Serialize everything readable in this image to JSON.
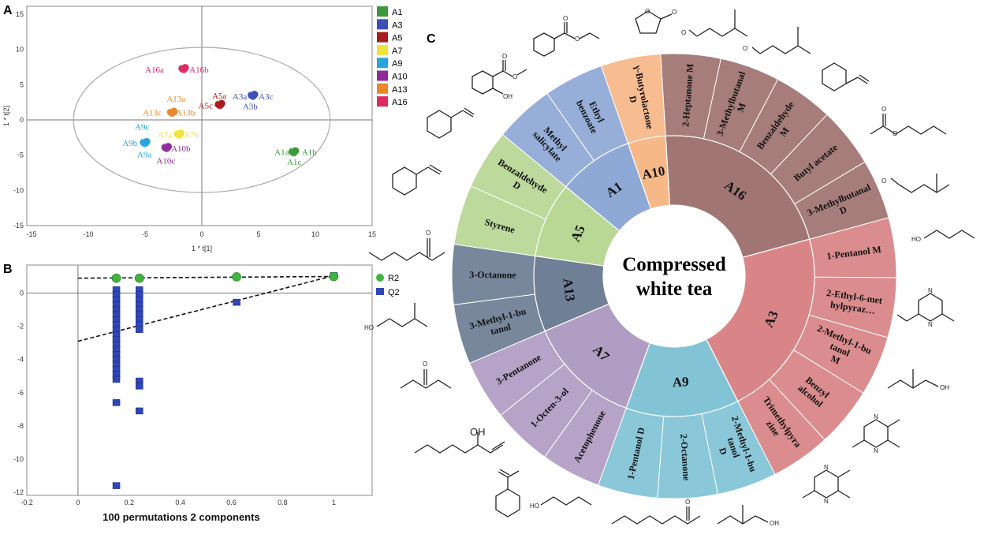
{
  "panels": {
    "a": "A",
    "b": "B",
    "c": "C"
  },
  "chart_data": [
    {
      "type": "scatter",
      "xlabel": "1 * t[1]",
      "ylabel": "1 * t[2]",
      "xlim": [
        -15,
        15
      ],
      "ylim": [
        -15,
        15
      ],
      "xticks": [
        -15,
        -10,
        -5,
        0,
        5,
        10,
        15
      ],
      "yticks": [
        -15,
        -10,
        -5,
        0,
        5,
        10,
        15
      ],
      "grid": false,
      "legend_position": "right",
      "legend": [
        {
          "name": "A1",
          "color": "#3a9a3a"
        },
        {
          "name": "A3",
          "color": "#3b4fb5"
        },
        {
          "name": "A5",
          "color": "#a81d1d"
        },
        {
          "name": "A7",
          "color": "#f2e33a"
        },
        {
          "name": "A9",
          "color": "#2aa4dc"
        },
        {
          "name": "A10",
          "color": "#8e2a9a"
        },
        {
          "name": "A13",
          "color": "#e8872a"
        },
        {
          "name": "A16",
          "color": "#de2a5e"
        }
      ],
      "ellipse": {
        "cx": 0,
        "cy": 0,
        "rx": 11.3,
        "ry": 10.3
      },
      "points": [
        {
          "series": "A16",
          "x": -1.6,
          "y": 7.3
        },
        {
          "series": "A3",
          "x": 4.5,
          "y": 3.5
        },
        {
          "series": "A5",
          "x": 1.6,
          "y": 2.2
        },
        {
          "series": "A13",
          "x": -2.6,
          "y": 1.1
        },
        {
          "series": "A7",
          "x": -2.0,
          "y": -2.0
        },
        {
          "series": "A10",
          "x": -3.1,
          "y": -3.9
        },
        {
          "series": "A9",
          "x": -5.0,
          "y": -3.2
        },
        {
          "series": "A1",
          "x": 8.1,
          "y": -4.5
        }
      ],
      "labels": [
        {
          "text": "A16a",
          "x": -5.0,
          "y": 6.7,
          "series": "A16"
        },
        {
          "text": "A16b",
          "x": -1.1,
          "y": 6.7,
          "series": "A16"
        },
        {
          "text": "A5a",
          "x": 0.9,
          "y": 3.0,
          "series": "A5"
        },
        {
          "text": "A3a",
          "x": 2.7,
          "y": 2.9,
          "series": "A3"
        },
        {
          "text": "A3c",
          "x": 5.0,
          "y": 2.9,
          "series": "A3"
        },
        {
          "text": "A5c",
          "x": -0.3,
          "y": 1.6,
          "series": "A5"
        },
        {
          "text": "A3b",
          "x": 3.6,
          "y": 1.5,
          "series": "A3"
        },
        {
          "text": "A13a",
          "x": -3.1,
          "y": 2.6,
          "series": "A13"
        },
        {
          "text": "A13c",
          "x": -5.2,
          "y": 0.6,
          "series": "A13"
        },
        {
          "text": "A13b",
          "x": -2.3,
          "y": 0.6,
          "series": "A13"
        },
        {
          "text": "A9c",
          "x": -5.9,
          "y": -1.4,
          "series": "A9"
        },
        {
          "text": "A7a",
          "x": -3.9,
          "y": -2.5,
          "series": "A7"
        },
        {
          "text": "A7b",
          "x": -1.6,
          "y": -2.5,
          "series": "A7"
        },
        {
          "text": "A9b",
          "x": -7.0,
          "y": -3.7,
          "series": "A9"
        },
        {
          "text": "A10b",
          "x": -2.7,
          "y": -4.5,
          "series": "A10"
        },
        {
          "text": "A9a",
          "x": -5.7,
          "y": -5.3,
          "series": "A9"
        },
        {
          "text": "A10c",
          "x": -4.0,
          "y": -6.2,
          "series": "A10"
        },
        {
          "text": "A1a",
          "x": 6.4,
          "y": -5.0,
          "series": "A1"
        },
        {
          "text": "A1b",
          "x": 8.8,
          "y": -5.0,
          "series": "A1"
        },
        {
          "text": "A1c",
          "x": 7.5,
          "y": -6.4,
          "series": "A1"
        }
      ]
    },
    {
      "type": "scatter",
      "xlabel": "100 permutations 2 components",
      "xlim": [
        -0.2,
        1.15
      ],
      "ylim": [
        -12,
        1.5
      ],
      "xticks": [
        -0.2,
        0,
        0.2,
        0.4,
        0.6,
        0.8,
        1
      ],
      "yticks": [
        0,
        -2,
        -4,
        -6,
        -8,
        -10,
        -12
      ],
      "legend_position": "top-right",
      "series": [
        {
          "name": "R2",
          "color": "#3fb43f",
          "marker": "circle",
          "points": [
            [
              0.15,
              0.9
            ],
            [
              0.24,
              0.9
            ],
            [
              0.62,
              0.98
            ],
            [
              1.0,
              1.0
            ]
          ]
        },
        {
          "name": "Q2",
          "color": "#2d46b8",
          "marker": "square",
          "points": [
            [
              0.15,
              0.2
            ],
            [
              0.15,
              -0.1
            ],
            [
              0.15,
              -0.4
            ],
            [
              0.15,
              -0.7
            ],
            [
              0.15,
              -1.0
            ],
            [
              0.15,
              -1.3
            ],
            [
              0.15,
              -1.6
            ],
            [
              0.15,
              -1.9
            ],
            [
              0.15,
              -2.2
            ],
            [
              0.15,
              -2.5
            ],
            [
              0.15,
              -2.8
            ],
            [
              0.15,
              -3.1
            ],
            [
              0.15,
              -3.4
            ],
            [
              0.15,
              -3.7
            ],
            [
              0.15,
              -4.0
            ],
            [
              0.15,
              -4.3
            ],
            [
              0.15,
              -4.6
            ],
            [
              0.15,
              -4.9
            ],
            [
              0.15,
              -5.2
            ],
            [
              0.15,
              -6.6
            ],
            [
              0.15,
              -11.6
            ],
            [
              0.24,
              0.2
            ],
            [
              0.24,
              -0.1
            ],
            [
              0.24,
              -0.4
            ],
            [
              0.24,
              -0.7
            ],
            [
              0.24,
              -1.0
            ],
            [
              0.24,
              -1.3
            ],
            [
              0.24,
              -1.6
            ],
            [
              0.24,
              -1.9
            ],
            [
              0.24,
              -2.2
            ],
            [
              0.24,
              -5.3
            ],
            [
              0.24,
              -5.6
            ],
            [
              0.24,
              -7.1
            ],
            [
              0.62,
              -0.55
            ],
            [
              1.0,
              1.05
            ]
          ]
        }
      ],
      "regression_lines": [
        {
          "name": "R2",
          "from": [
            0,
            0.9
          ],
          "to": [
            1.0,
            1.0
          ]
        },
        {
          "name": "Q2",
          "from": [
            0,
            -2.9
          ],
          "to": [
            1.0,
            1.05
          ]
        }
      ]
    },
    {
      "type": "pie",
      "center_text": [
        "Compressed",
        "white tea"
      ],
      "groups": [
        {
          "name": "A16",
          "color": "#a07573",
          "compounds": [
            "2-Heptanone M",
            "3-Methylbutanal M",
            "Benzaldehyde M",
            "Butyl acetate",
            "3-Methylbutanal D"
          ]
        },
        {
          "name": "A3",
          "color": "#d98587",
          "compounds": [
            "1-Pentanol M",
            "2-Ethyl-6-methylpyraz…",
            "2-Methyl-1-butanol M",
            "Benzyl alcohol",
            "Trimethylpyrazine"
          ]
        },
        {
          "name": "A9",
          "color": "#83c3d6",
          "compounds": [
            "2-Methyl-1-butanol D",
            "2-Octanone",
            "1-Pentanol D"
          ]
        },
        {
          "name": "A7",
          "color": "#b19dc3",
          "compounds": [
            "Acetophenone",
            "1-Octen-3-ol",
            "3-Pentanone"
          ]
        },
        {
          "name": "A13",
          "color": "#6f7f96",
          "compounds": [
            "3-Methyl-1-butanol",
            "3-Octanone"
          ]
        },
        {
          "name": "A5",
          "color": "#b9d795",
          "compounds": [
            "Styrene",
            "Benzaldehyde D"
          ]
        },
        {
          "name": "A1",
          "color": "#8fa9d6",
          "compounds": [
            "Methyl salicylate",
            "Ethyl benzoate"
          ]
        },
        {
          "name": "A10",
          "color": "#f7b888",
          "compounds": [
            "γ-Butyrolactone D"
          ]
        }
      ]
    }
  ],
  "structure_atoms": {
    "oh": "OH",
    "o": "O",
    "n": "N",
    "ho": "HO"
  }
}
